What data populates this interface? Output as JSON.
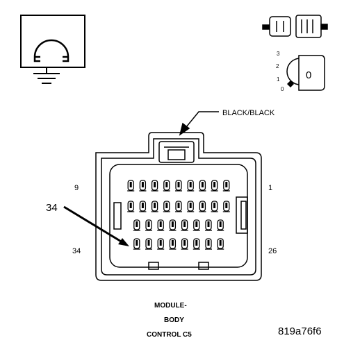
{
  "connector": {
    "color_label": "BLACK/BLACK",
    "pin_labels": {
      "top_left": "9",
      "top_right": "1",
      "bottom_left": "34",
      "bottom_right": "26"
    },
    "callout_pin": "34",
    "rows": [
      {
        "count": 9
      },
      {
        "count": 9
      },
      {
        "count": 8
      },
      {
        "count": 8
      }
    ]
  },
  "caption": {
    "line1": "MODULE-",
    "line2": "BODY",
    "line3": "CONTROL C5"
  },
  "figure_code": "819a76f6",
  "ignition_switch": {
    "position_labels": [
      "3",
      "2",
      "1",
      "0"
    ],
    "key_label": "0"
  },
  "icons": [
    "ohmmeter-ground-icon",
    "connector-symbol-icon",
    "ignition-switch-icon"
  ],
  "colors": {
    "ink": "#000000",
    "background": "#ffffff"
  }
}
